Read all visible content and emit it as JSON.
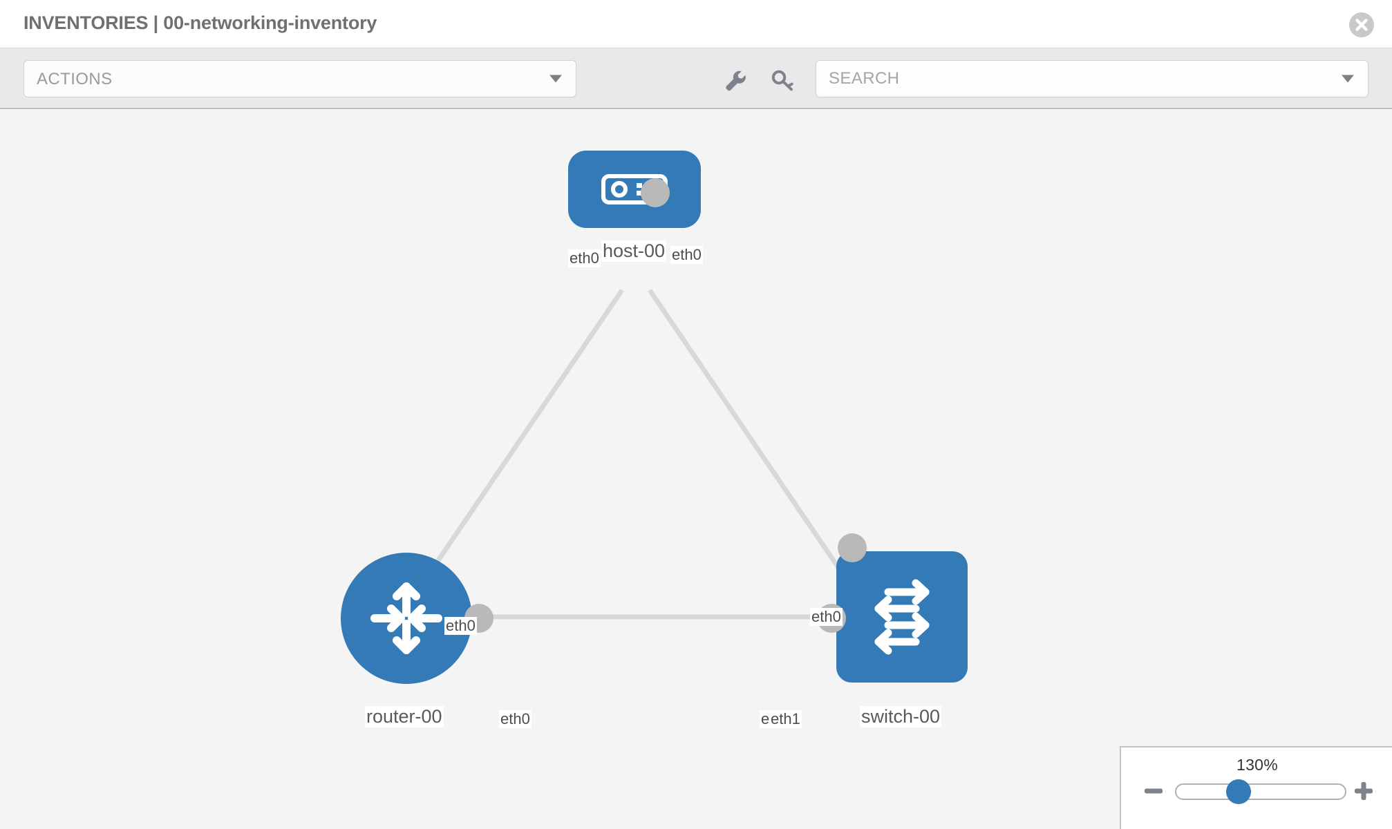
{
  "header": {
    "title": "INVENTORIES | 00-networking-inventory",
    "close_icon": "close-circle-icon"
  },
  "toolbar": {
    "actions_label": "ACTIONS",
    "actions_caret_icon": "chevron-down-icon",
    "wrench_icon": "wrench-icon",
    "key_icon": "key-icon",
    "search_placeholder": "SEARCH",
    "search_value": "",
    "search_caret_icon": "chevron-down-icon"
  },
  "topology": {
    "nodes": [
      {
        "id": "host-00",
        "label": "host-00",
        "type": "host",
        "icon": "server-icon",
        "shape": "rounded-rect",
        "color": "#337ab7"
      },
      {
        "id": "router-00",
        "label": "router-00",
        "type": "router",
        "icon": "router-arrows-icon",
        "shape": "circle",
        "color": "#337ab7"
      },
      {
        "id": "switch-00",
        "label": "switch-00",
        "type": "switch",
        "icon": "switch-arrows-icon",
        "shape": "rounded-square",
        "color": "#337ab7"
      }
    ],
    "links": [
      {
        "from": "host-00",
        "to": "router-00",
        "from_interface": "eth0",
        "to_interface": "eth0"
      },
      {
        "from": "host-00",
        "to": "switch-00",
        "from_interface": "eth0",
        "to_interface": "eth0"
      },
      {
        "from": "router-00",
        "to": "switch-00",
        "from_interface": "eth0",
        "to_interface": "eth1"
      }
    ],
    "edge_labels": {
      "host_left": "eth0",
      "host_right": "eth0",
      "router_up": "eth0",
      "switch_up": "eth0",
      "router_right": "eth0",
      "switch_left_overlap": "eth",
      "switch_left": "eth1"
    },
    "link_color": "#d8d8d8",
    "port_color": "#b9b9b9"
  },
  "zoom": {
    "value": "130%",
    "minus_icon": "minus-icon",
    "plus_icon": "plus-icon",
    "slider_name": "zoom-slider"
  }
}
